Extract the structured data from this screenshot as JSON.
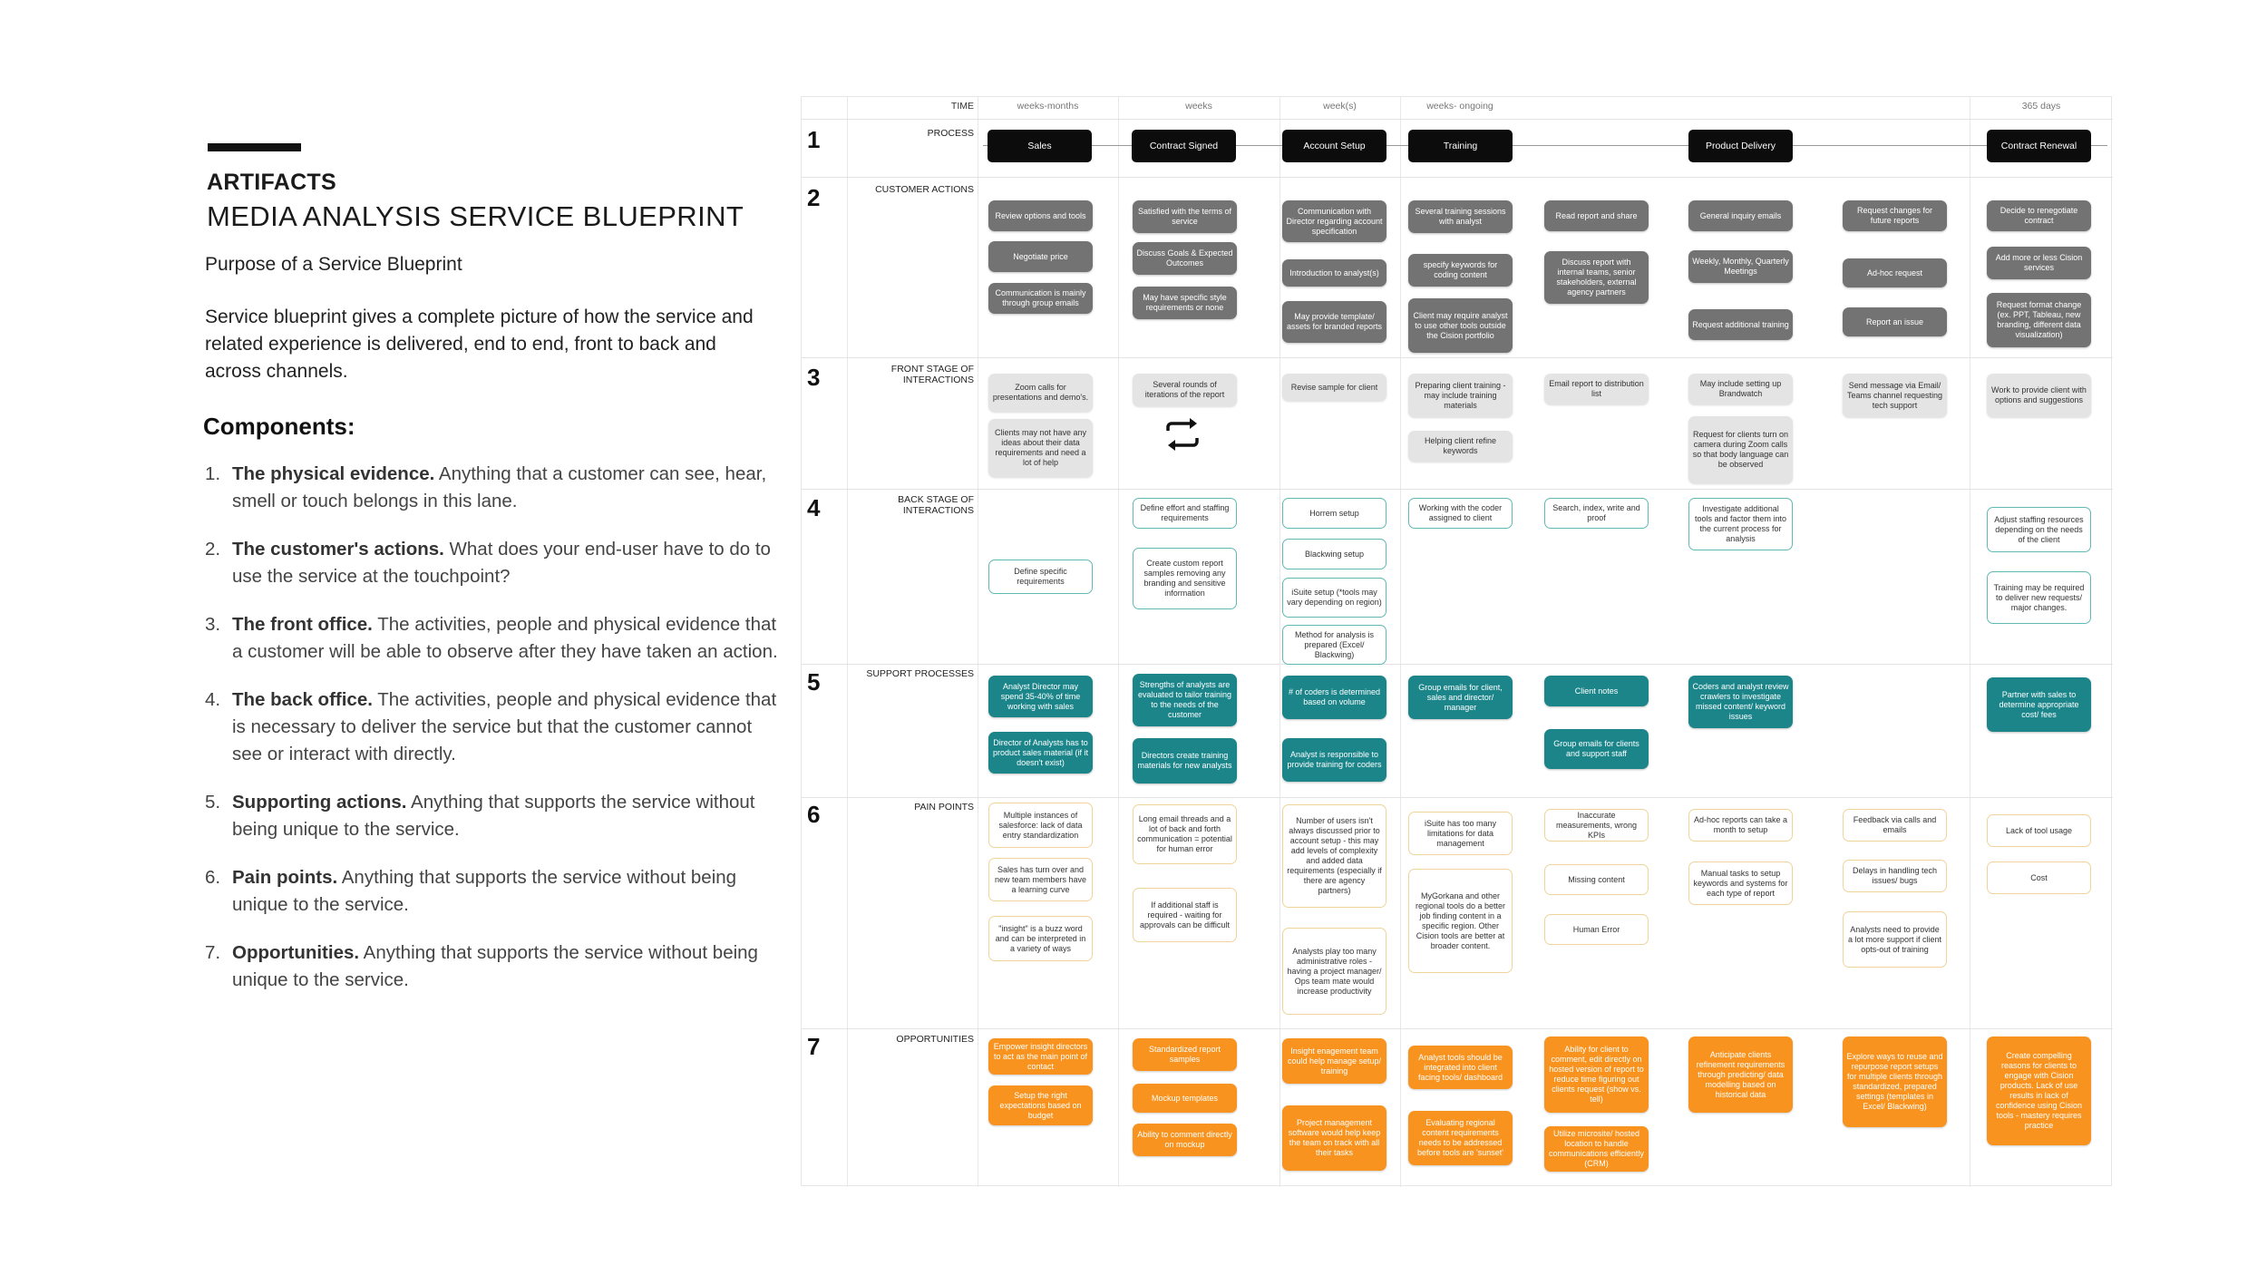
{
  "left": {
    "kicker": "ARTIFACTS",
    "title": "MEDIA ANALYSIS SERVICE BLUEPRINT",
    "purpose": "Purpose of a Service Blueprint",
    "intro": "Service blueprint gives a complete picture of how the service and related experience is delivered, end to end, front to back and across channels.",
    "components_heading": "Components:",
    "components": [
      {
        "num": "1.",
        "bold": "The physical evidence.",
        "text": " Anything that a customer can see, hear, smell or touch belongs in this lane."
      },
      {
        "num": "2.",
        "bold": "The customer's actions.",
        "text": " What does your end-user have to do to use the service at the touchpoint?"
      },
      {
        "num": "3.",
        "bold": "The front office.",
        "text": " The activities, people and physical evidence that a customer will be able to observe after they have taken an action."
      },
      {
        "num": "4.",
        "bold": "The back office.",
        "text": " The activities, people and physical evidence that is necessary to deliver the service but that the customer cannot see or interact with directly."
      },
      {
        "num": "5.",
        "bold": "Supporting actions.",
        "text": " Anything that supports the service without being unique to the service."
      },
      {
        "num": "6.",
        "bold": "Pain points.",
        "text": " Anything that supports the service without being unique to the service."
      },
      {
        "num": "7.",
        "bold": "Opportunities.",
        "text": " Anything that supports the service without being unique to the service."
      }
    ]
  },
  "blueprint": {
    "time_label": "TIME",
    "times": [
      "weeks-months",
      "weeks",
      "week(s)",
      "weeks- ongoing",
      "365 days"
    ],
    "lanes": [
      {
        "num": "1",
        "label": "PROCESS"
      },
      {
        "num": "2",
        "label": "CUSTOMER ACTIONS"
      },
      {
        "num": "3",
        "label": "FRONT STAGE OF INTERACTIONS"
      },
      {
        "num": "4",
        "label": "BACK STAGE OF INTERACTIONS"
      },
      {
        "num": "5",
        "label": "SUPPORT PROCESSES"
      },
      {
        "num": "6",
        "label": "PAIN POINTS"
      },
      {
        "num": "7",
        "label": "OPPORTUNITIES"
      }
    ],
    "process": [
      "Sales",
      "Contract Signed",
      "Account Setup",
      "Training",
      "Product Delivery",
      "Contract Renewal"
    ],
    "customer_actions": [
      "Review options and tools",
      "Negotiate price",
      "Communication is mainly through group emails",
      "Satisfied with the terms of service",
      "Discuss Goals & Expected Outcomes",
      "May have specific style requirements or none",
      "Communication with Director regarding account specification",
      "Introduction to analyst(s)",
      "May provide template/ assets for branded reports",
      "Several training sessions with analyst",
      "specify keywords for coding content",
      "Client may require analyst to use other tools outside the Cision portfolio",
      "Read report and share",
      "Discuss report with internal teams, senior stakeholders, external agency partners",
      "General inquiry emails",
      "Weekly, Monthly, Quarterly Meetings",
      "Request additional training",
      "Request changes for future reports",
      "Ad-hoc request",
      "Report an issue",
      "Decide to renegotiate contract",
      "Add more or less Cision services",
      "Request format change (ex. PPT, Tableau, new branding, different data visualization)"
    ],
    "front_stage": [
      "Zoom calls for presentations and demo's.",
      "Clients may not have any ideas about their data requirements and need a lot of help",
      "Several rounds of iterations of the report",
      "Revise sample for client",
      "Preparing client training - may include training materials",
      "Helping client refine keywords",
      "Email report to distribution list",
      "May include setting up Brandwatch",
      "Request for clients turn on camera during Zoom calls so that body language can be observed",
      "Send message via Email/ Teams channel requesting tech support",
      "Work to provide client with options and suggestions"
    ],
    "back_stage": [
      "Define specific requirements",
      "Define effort and staffing requirements",
      "Create custom report samples removing any branding and sensitive information",
      "Horrem setup",
      "Blackwing setup",
      "iSuite setup (*tools may vary depending on region)",
      "Method for analysis is prepared (Excel/ Blackwing)",
      "Working with the coder assigned to client",
      "Search, index, write and proof",
      "Investigate additional tools and factor them into the current process for analysis",
      "Adjust staffing resources depending on the needs of the client",
      "Training may be required to deliver new requests/ major changes."
    ],
    "support": [
      "Analyst Director may spend 35-40% of time working with sales",
      "Director of Analysts has to product sales material (if it doesn't exist)",
      "Strengths of analysts are evaluated to tailor training to the needs of the customer",
      "Directors create training materials for new analysts",
      "# of coders is determined based on volume",
      "Analyst is responsible to provide training for coders",
      "Group emails for client, sales and director/ manager",
      "Client notes",
      "Group emails for clients and support staff",
      "Coders and analyst review crawlers to investigate missed content/ keyword issues",
      "Partner with sales to determine appropriate cost/ fees"
    ],
    "pain_points": [
      "Multiple instances of salesforce: lack of data entry standardization",
      "Sales has turn over and new team members have a learning curve",
      "\"insight\" is a buzz word and can be interpreted in a variety of ways",
      "Long email threads and a lot of back and forth communication = potential for human error",
      "If additional staff is required - waiting for approvals can be difficult",
      "Number of users isn't always discussed prior to account setup - this may add levels of complexity and added data requirements (especially if there are agency partners)",
      "Analysts play too many administrative roles - having a project manager/ Ops team mate would increase productivity",
      "iSuite has too many limitations for data management",
      "MyGorkana and other regional tools do a better job finding content in a specific region. Other Cision tools are better at broader content.",
      "Inaccurate measurements, wrong KPIs",
      "Missing content",
      "Human Error",
      "Ad-hoc reports can take a month to setup",
      "Manual tasks to setup keywords and systems for each type of report",
      "Feedback via calls and emails",
      "Delays in handling tech issues/ bugs",
      "Analysts need to provide a lot more support if client opts-out of training",
      "Lack of tool usage",
      "Cost"
    ],
    "opportunities": [
      "Empower insight directors to act as the main point of contact",
      "Setup the right expectations based on budget",
      "Standardized report samples",
      "Mockup templates",
      "Ability to comment directly on mockup",
      "Insight enagement team could help manage setup/ training",
      "Project management software would help keep the team on track with all their tasks",
      "Analyst tools should be integrated into client facing tools/ dashboard",
      "Evaluating regional content requirements needs to be addressed before tools are 'sunset'",
      "Ability for client to comment, edit directly on hosted version of report to reduce time figuring out clients request (show vs. tell)",
      "Utilize microsite/ hosted location to handle communications efficiently (CRM)",
      "Anticipate clients refinement requirements through predicting/ data modelling based on historical data",
      "Explore ways to reuse and repurpose report setups for multiple clients through standardized, prepared settings (templates in Excel/ Blackwing)",
      "Create compelling reasons for clients to engage with Cision products. Lack of use results in lack of confidence using Cision tools - mastery requires practice"
    ]
  }
}
